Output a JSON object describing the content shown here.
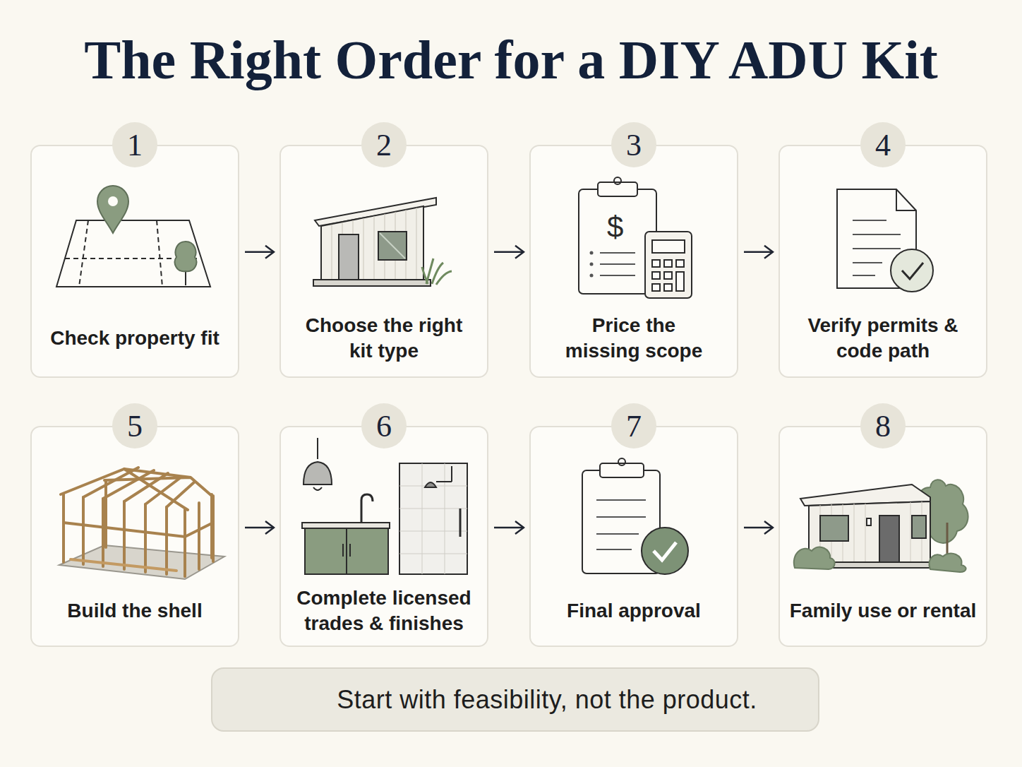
{
  "diagram": {
    "title": "The Right Order for a DIY ADU Kit",
    "nodes": [
      {
        "text": [
          "Check property fit"
        ]
      },
      {
        "text": [
          "1"
        ],
        "in": 0
      },
      {
        "text": [
          "Choose the right kit type"
        ]
      },
      {
        "text": [
          "2"
        ],
        "in": 2
      },
      {
        "text": [
          "Price the missing scope"
        ]
      },
      {
        "text": [
          "3"
        ],
        "in": 4
      },
      {
        "text": [
          "Verify permits & code path"
        ]
      },
      {
        "text": [
          "4"
        ],
        "in": 6
      },
      {
        "text": [
          "Build the shell"
        ]
      },
      {
        "text": [
          "5"
        ],
        "in": 8
      },
      {
        "text": [
          "Complete licensed trades & finishes"
        ]
      },
      {
        "text": [
          "6"
        ],
        "in": 10
      },
      {
        "text": [
          "Final approval"
        ]
      },
      {
        "text": [
          "7"
        ],
        "in": 12
      },
      {
        "text": [
          "Family use or rental"
        ]
      },
      {
        "text": [
          "8"
        ],
        "in": 14
      },
      {
        "text": [
          "Start with feasibility, not the product."
        ]
      }
    ],
    "edges": [
      {
        "from": 0,
        "to": 2,
        "arrow": "to"
      },
      {
        "from": 2,
        "to": 4,
        "arrow": "to"
      },
      {
        "from": 4,
        "to": 6,
        "arrow": "to"
      },
      {
        "from": 8,
        "to": 10,
        "arrow": "to"
      },
      {
        "from": 10,
        "to": 12,
        "arrow": "to"
      },
      {
        "from": 12,
        "to": 14,
        "arrow": "to"
      }
    ]
  }
}
